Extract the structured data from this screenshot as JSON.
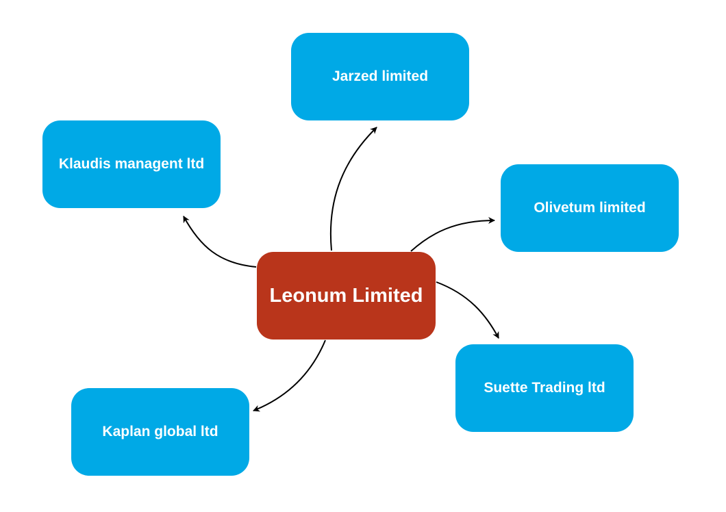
{
  "diagram": {
    "colors": {
      "root": "#b9351b",
      "child": "#00a9e6",
      "text": "#ffffff",
      "edge": "#000000"
    },
    "root": {
      "label": "Leonum Limited"
    },
    "children": {
      "jarzed": {
        "label": "Jarzed limited"
      },
      "klaudis": {
        "label": "Klaudis managent ltd"
      },
      "olivetum": {
        "label": "Olivetum limited"
      },
      "suette": {
        "label": "Suette Trading ltd"
      },
      "kaplan": {
        "label": "Kaplan global ltd"
      }
    },
    "edges": [
      {
        "from": "Leonum Limited",
        "to": "Jarzed limited"
      },
      {
        "from": "Leonum Limited",
        "to": "Klaudis managent ltd"
      },
      {
        "from": "Leonum Limited",
        "to": "Olivetum limited"
      },
      {
        "from": "Leonum Limited",
        "to": "Suette Trading ltd"
      },
      {
        "from": "Leonum Limited",
        "to": "Kaplan global ltd"
      }
    ]
  }
}
